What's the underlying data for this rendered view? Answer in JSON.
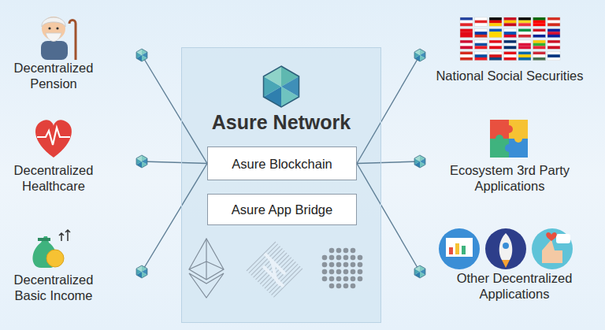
{
  "diagram": {
    "nodes": [
      {
        "text": [
          "Asure Network"
        ]
      },
      {
        "text": [
          "Asure Blockchain"
        ],
        "in": 0
      },
      {
        "text": [
          "Asure App Bridge"
        ],
        "in": 0
      },
      {
        "text": [
          "Decentralized Pension"
        ]
      },
      {
        "text": [
          "Decentralized Healthcare"
        ]
      },
      {
        "text": [
          "Decentralized Basic Income"
        ]
      },
      {
        "text": [
          "National Social Securities"
        ]
      },
      {
        "text": [
          "Ecosystem 3rd Party Applications"
        ]
      },
      {
        "text": [
          "Other Decentralized Applications"
        ]
      }
    ],
    "edges": [
      {
        "from": 3,
        "to": 1,
        "arrow": "none"
      },
      {
        "from": 4,
        "to": 1,
        "arrow": "none"
      },
      {
        "from": 5,
        "to": 1,
        "arrow": "none"
      },
      {
        "from": 1,
        "to": 6,
        "arrow": "none"
      },
      {
        "from": 1,
        "to": 7,
        "arrow": "none"
      },
      {
        "from": 1,
        "to": 8,
        "arrow": "none"
      }
    ]
  }
}
